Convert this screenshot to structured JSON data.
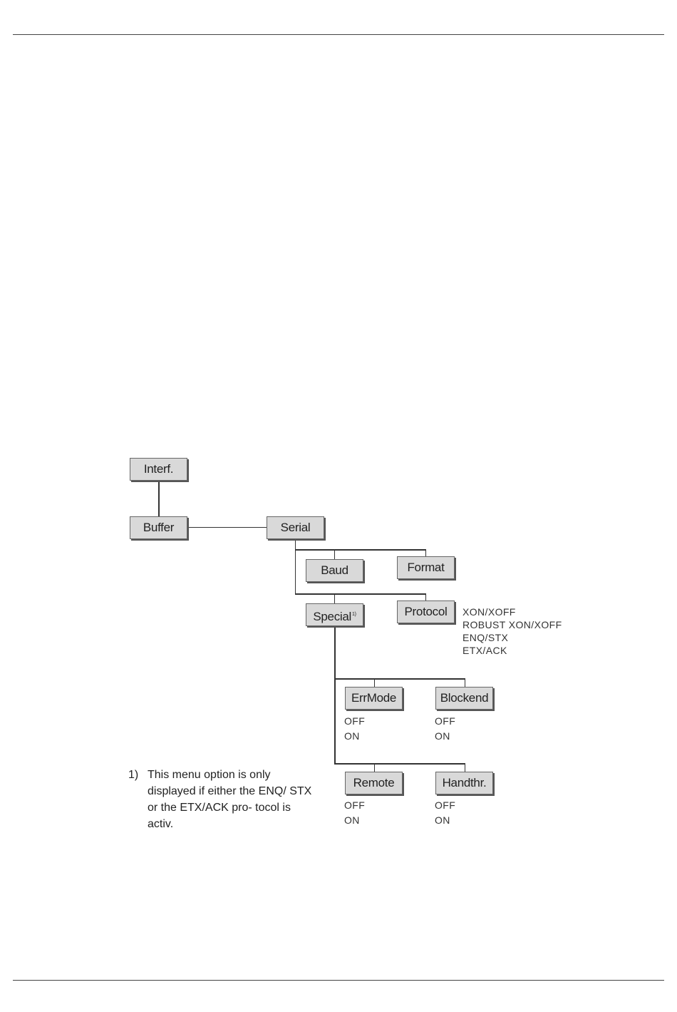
{
  "menu": {
    "interf": "Interf.",
    "buffer": "Buffer",
    "serial": "Serial",
    "baud": "Baud",
    "format": "Format",
    "special": "Special",
    "special_note_ref": "1)",
    "protocol": "Protocol",
    "errmode": "ErrMode",
    "blockend": "Blockend",
    "remote": "Remote",
    "handthr": "Handthr."
  },
  "protocol_options": [
    "XON/XOFF",
    "ROBUST XON/XOFF",
    "ENQ/STX",
    "ETX/ACK"
  ],
  "errmode_options": [
    "OFF",
    "ON"
  ],
  "blockend_options": [
    "OFF",
    "ON"
  ],
  "remote_options": [
    "OFF",
    "ON"
  ],
  "handthr_options": [
    "OFF",
    "ON"
  ],
  "footnote": {
    "number": "1)",
    "text": "This menu option is only displayed if either the ENQ/ STX or the ETX/ACK pro- tocol is activ."
  }
}
